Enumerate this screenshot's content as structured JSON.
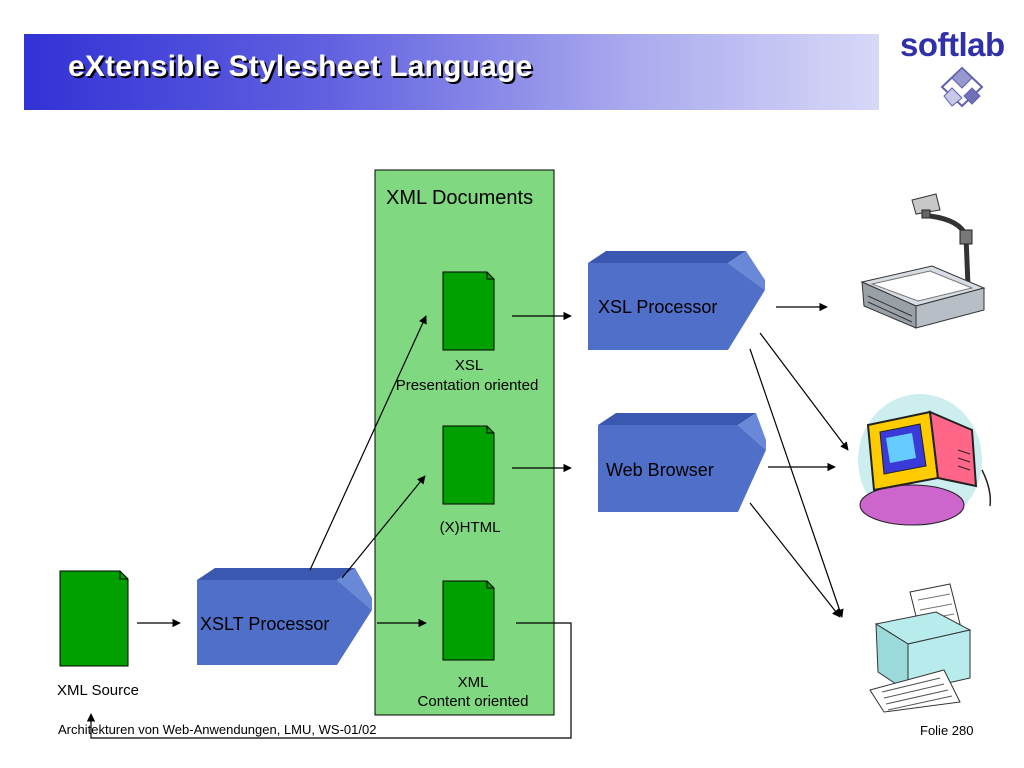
{
  "slide": {
    "title": "eXtensible Stylesheet Language",
    "brand": "softlab"
  },
  "diagram": {
    "group_title": "XML Documents",
    "xml_source_label": "XML Source",
    "xslt_processor": "XSLT Processor",
    "xsl_processor": "XSL Processor",
    "web_browser": "Web Browser",
    "doc_xsl": {
      "line1": "XSL",
      "line2": "Presentation oriented"
    },
    "doc_xhtml": {
      "line1": "(X)HTML"
    },
    "doc_xml": {
      "line1": "XML",
      "line2": "Content oriented"
    },
    "outputs": [
      "overhead-projector-icon",
      "computer-monitor-icon",
      "printer-icon"
    ]
  },
  "footer": {
    "left": "Architekturen von Web-Anwendungen, LMU, WS-01/02",
    "right": "Folie  280"
  },
  "colors": {
    "group_fill": "#80d880",
    "doc_fill": "#00a000",
    "processor_fill": "#4f6fc8",
    "title_bar": "#3a3ad8"
  }
}
